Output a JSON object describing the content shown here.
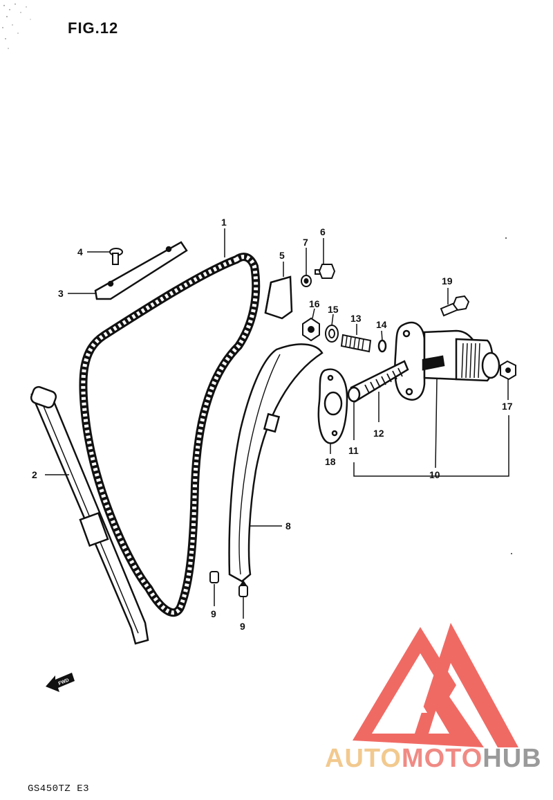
{
  "figure_title": "FIG.12",
  "model_code": "GS450TZ E3",
  "forward_arrow_text": "FWD",
  "watermark": {
    "part1": "AUTO",
    "part2": "MOTO",
    "part3": "HUB",
    "color_auto": "#f2c98e",
    "color_moto": "#f08a84",
    "color_hub": "#9a9a9a",
    "logo_color": "#f06a64"
  },
  "callouts": [
    {
      "id": "c1",
      "label": "1"
    },
    {
      "id": "c2",
      "label": "2"
    },
    {
      "id": "c3",
      "label": "3"
    },
    {
      "id": "c4",
      "label": "4"
    },
    {
      "id": "c5",
      "label": "5"
    },
    {
      "id": "c6",
      "label": "6"
    },
    {
      "id": "c7",
      "label": "7"
    },
    {
      "id": "c8",
      "label": "8"
    },
    {
      "id": "c9a",
      "label": "9"
    },
    {
      "id": "c9b",
      "label": "9"
    },
    {
      "id": "c10",
      "label": "10"
    },
    {
      "id": "c11",
      "label": "11"
    },
    {
      "id": "c12",
      "label": "12"
    },
    {
      "id": "c13",
      "label": "13"
    },
    {
      "id": "c14",
      "label": "14"
    },
    {
      "id": "c15",
      "label": "15"
    },
    {
      "id": "c16",
      "label": "16"
    },
    {
      "id": "c17",
      "label": "17"
    },
    {
      "id": "c18",
      "label": "18"
    },
    {
      "id": "c19",
      "label": "19"
    }
  ]
}
